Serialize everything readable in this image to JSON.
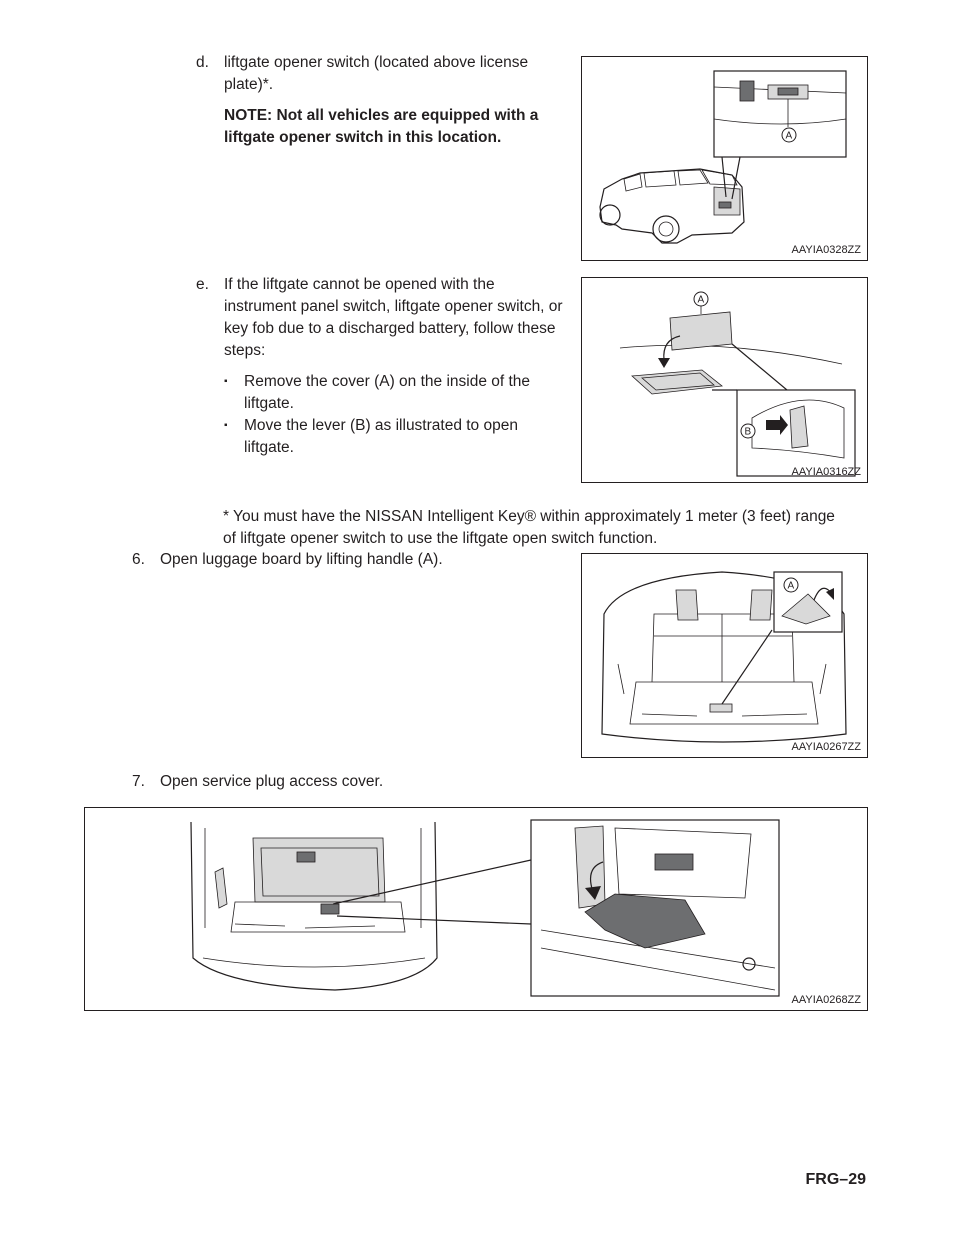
{
  "step_d": {
    "marker": "d.",
    "text": "liftgate opener switch (located above license plate)*.",
    "note": "NOTE: Not all vehicles are equipped with a liftgate opener switch in this location."
  },
  "step_e": {
    "marker": "e.",
    "text": "If the liftgate cannot be opened with the instrument panel switch, liftgate opener switch, or key fob due to a discharged battery, follow these steps:",
    "bullets": [
      "Remove the cover (A) on the inside of the liftgate.",
      "Move the lever (B) as illustrated to open liftgate."
    ]
  },
  "footnote": "* You must have the NISSAN Intelligent Key® within approximately 1 meter (3 feet) range of liftgate opener switch to use the liftgate open switch function.",
  "step_6": {
    "marker": "6.",
    "text": "Open luggage board by lifting handle (A)."
  },
  "step_7": {
    "marker": "7.",
    "text": "Open service plug access cover."
  },
  "figures": {
    "fig1": {
      "code": "AAYIA0328ZZ",
      "callouts": [
        "A"
      ]
    },
    "fig2": {
      "code": "AAYIA0316ZZ",
      "callouts": [
        "A",
        "B"
      ]
    },
    "fig3": {
      "code": "AAYIA0267ZZ",
      "callouts": [
        "A"
      ]
    },
    "fig4": {
      "code": "AAYIA0268ZZ"
    }
  },
  "bullet_glyph": "▪",
  "page_number": "FRG–29"
}
